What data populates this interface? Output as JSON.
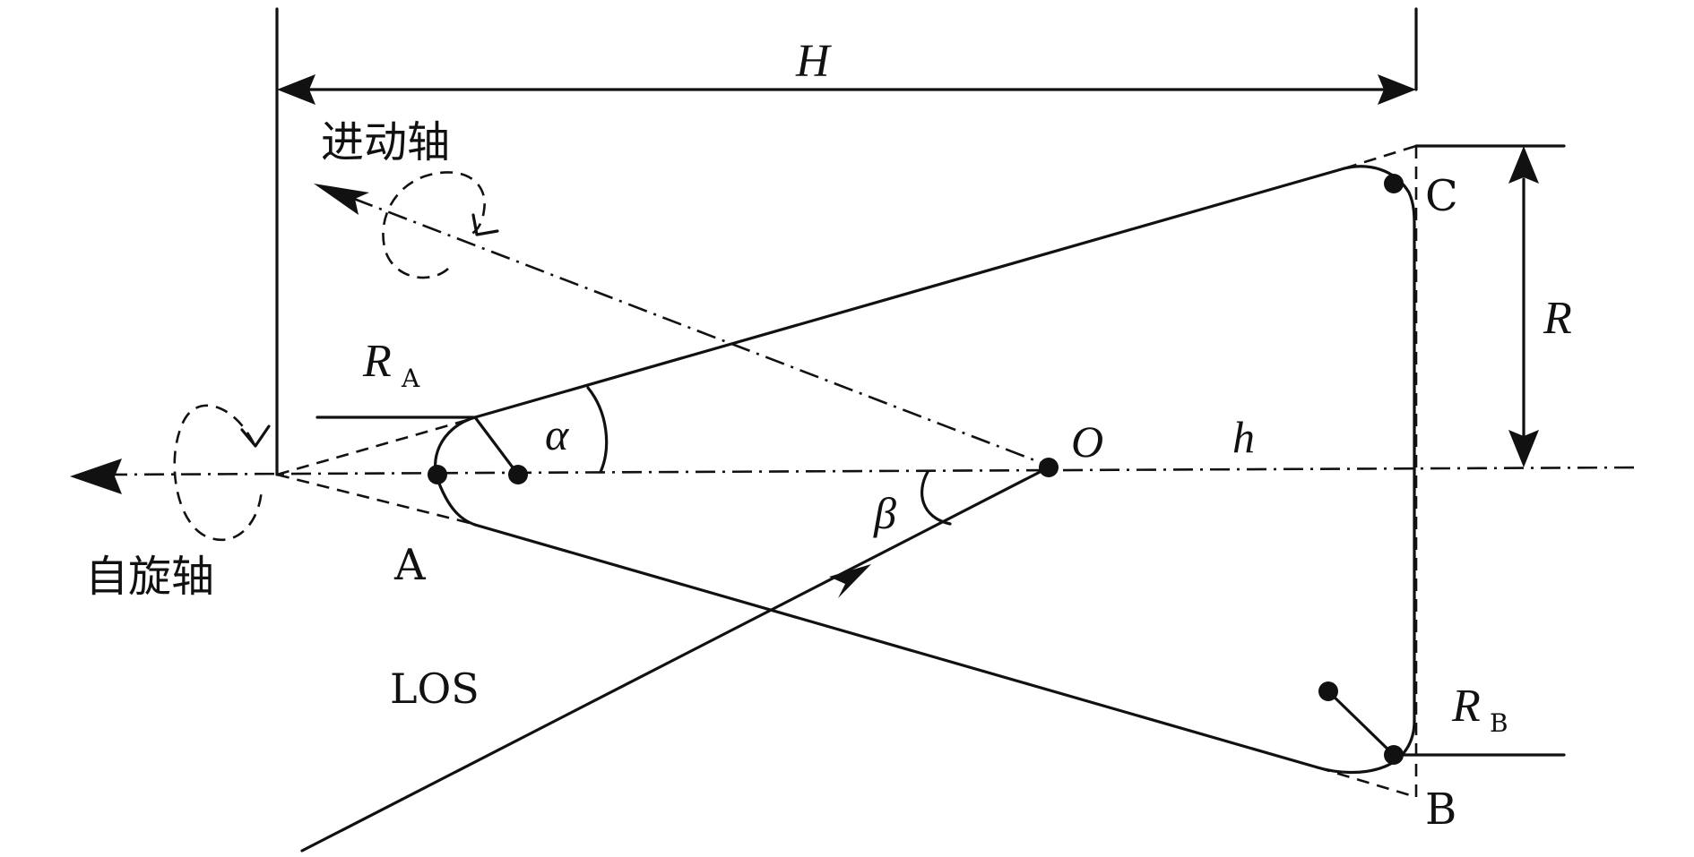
{
  "labels": {
    "H": "H",
    "R": "R",
    "R_A_main": "R",
    "R_A_sub": "A",
    "R_B_main": "R",
    "R_B_sub": "B",
    "h": "h",
    "O": "O",
    "alpha": "α",
    "beta": "β",
    "A": "A",
    "B": "B",
    "C": "C",
    "LOS": "LOS",
    "precession_axis": "进动轴",
    "spin_axis": "自旋轴"
  }
}
